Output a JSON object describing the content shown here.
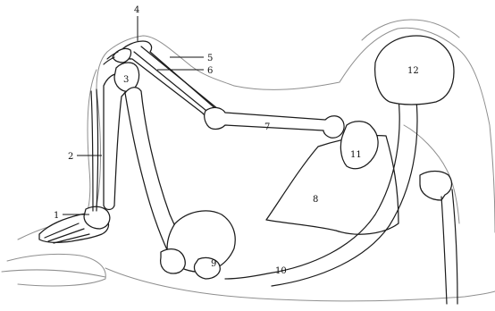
{
  "labels": {
    "l1": "1",
    "l2": "2",
    "l3": "3",
    "l4": "4",
    "l5": "5",
    "l6": "6",
    "l7": "7",
    "l8": "8",
    "l9": "9",
    "l10": "10",
    "l11": "11",
    "l12": "12"
  },
  "colors": {
    "bone_stroke": "#1c1c1c",
    "body_outline": "#8f8f8f",
    "background": "#ffffff"
  }
}
